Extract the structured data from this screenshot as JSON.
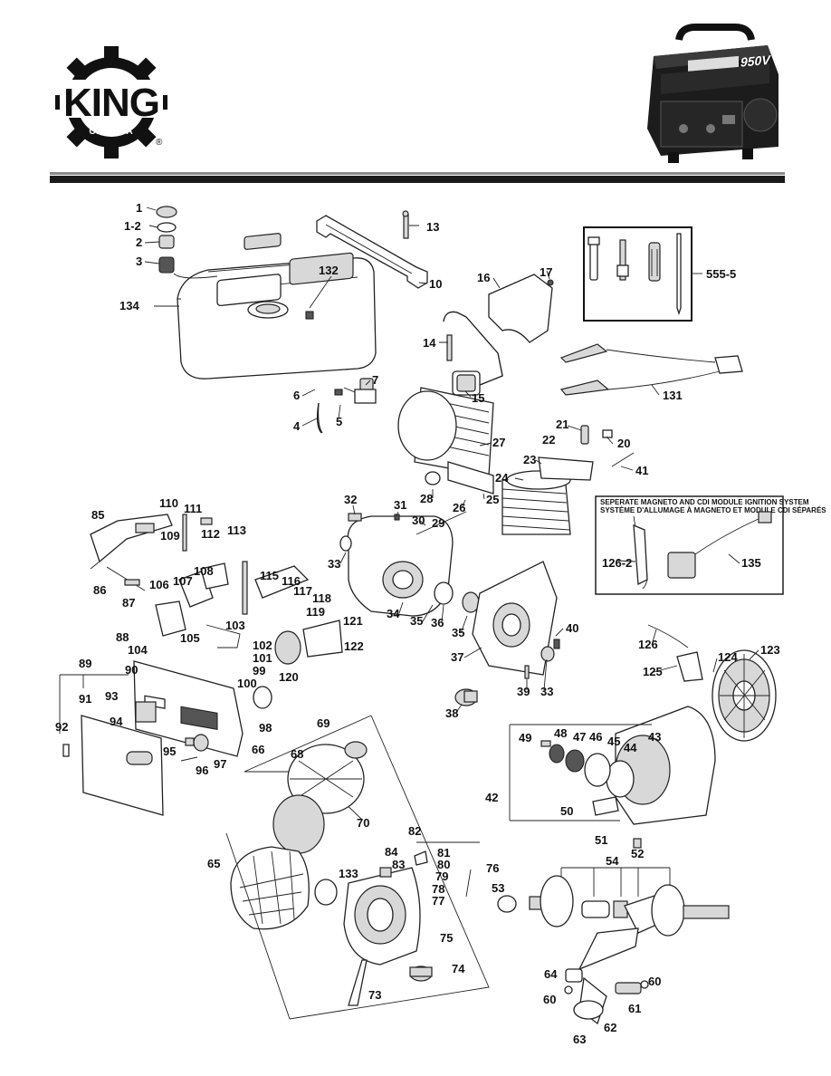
{
  "brand": {
    "name": "KING",
    "sub": "CANADA",
    "reg": "®"
  },
  "product_badge": "950V",
  "ignition_box": {
    "line1": "SEPERATE MAGNETO AND CDI MODULE IGNITION SYSTEM",
    "line2": "SYSTÈME D'ALLUMAGE À MAGNETO ET MODULE CDI SÉPARÉS"
  },
  "part_labels": {
    "p1": "1",
    "p1_2": "1-2",
    "p2": "2",
    "p3": "3",
    "p4": "4",
    "p5": "5",
    "p6": "6",
    "p7": "7",
    "p10": "10",
    "p13": "13",
    "p14": "14",
    "p15": "15",
    "p16": "16",
    "p17": "17",
    "p20": "20",
    "p21": "21",
    "p22": "22",
    "p23": "23",
    "p24": "24",
    "p25": "25",
    "p26": "26",
    "p27": "27",
    "p28": "28",
    "p29": "29",
    "p30": "30",
    "p31": "31",
    "p32": "32",
    "p33a": "33",
    "p33b": "33",
    "p34": "34",
    "p35a": "35",
    "p35b": "35",
    "p36": "36",
    "p37": "37",
    "p38": "38",
    "p39": "39",
    "p40": "40",
    "p41": "41",
    "p42": "42",
    "p43": "43",
    "p44": "44",
    "p45": "45",
    "p46": "46",
    "p47": "47",
    "p48": "48",
    "p49": "49",
    "p50": "50",
    "p51": "51",
    "p52": "52",
    "p53": "53",
    "p54": "54",
    "p60a": "60",
    "p60b": "60",
    "p61": "61",
    "p62": "62",
    "p63": "63",
    "p64": "64",
    "p65": "65",
    "p66": "66",
    "p68": "68",
    "p69": "69",
    "p70": "70",
    "p73": "73",
    "p74": "74",
    "p75": "75",
    "p76": "76",
    "p77": "77",
    "p78": "78",
    "p79": "79",
    "p80": "80",
    "p81": "81",
    "p82": "82",
    "p83": "83",
    "p84": "84",
    "p85": "85",
    "p86": "86",
    "p87": "87",
    "p88": "88",
    "p89": "89",
    "p90": "90",
    "p91": "91",
    "p92": "92",
    "p93": "93",
    "p94": "94",
    "p95": "95",
    "p96": "96",
    "p97": "97",
    "p98": "98",
    "p99": "99",
    "p100": "100",
    "p101": "101",
    "p102": "102",
    "p103": "103",
    "p104": "104",
    "p105": "105",
    "p106": "106",
    "p107": "107",
    "p108": "108",
    "p109": "109",
    "p110": "110",
    "p111": "111",
    "p112": "112",
    "p113": "113",
    "p115": "115",
    "p116": "116",
    "p117": "117",
    "p118": "118",
    "p119": "119",
    "p120": "120",
    "p121": "121",
    "p122": "122",
    "p123": "123",
    "p124": "124",
    "p125": "125",
    "p126": "126",
    "p126_2": "126-2",
    "p131": "131",
    "p132": "132",
    "p133": "133",
    "p134": "134",
    "p135": "135",
    "p555_5": "555-5"
  }
}
